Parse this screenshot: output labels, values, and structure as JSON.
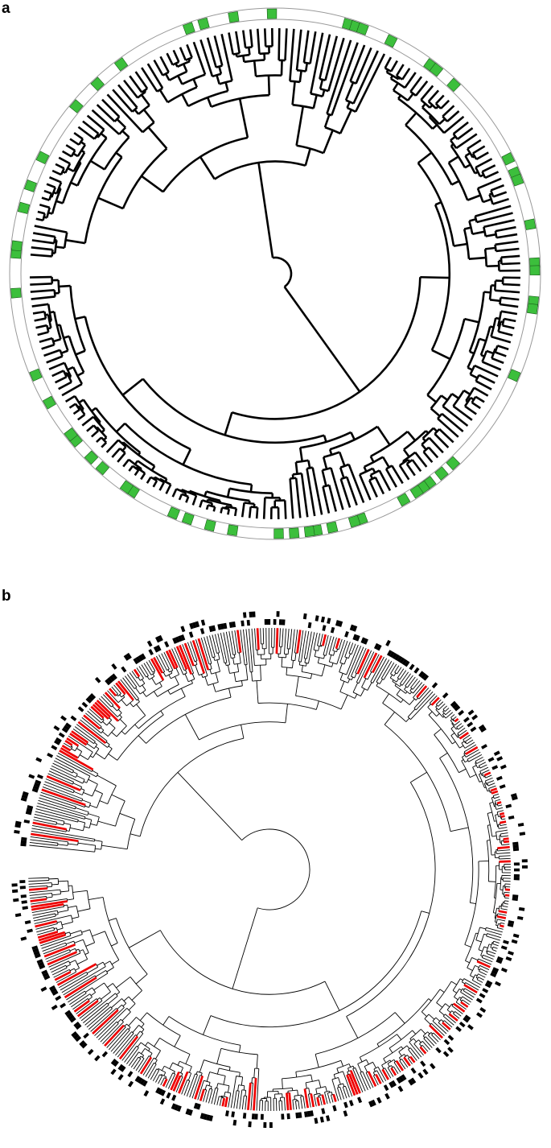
{
  "figure": {
    "panels": [
      {
        "id": "a",
        "label": "a",
        "kind": "circular-phylogenetic-tree",
        "highlight_color": "#3cbf3c",
        "branch_color": "#000000"
      },
      {
        "id": "b",
        "label": "b",
        "kind": "circular-phylogenetic-tree",
        "highlight_color": "#ee0000",
        "branch_color": "#000000",
        "marker_color": "#000000"
      }
    ]
  }
}
